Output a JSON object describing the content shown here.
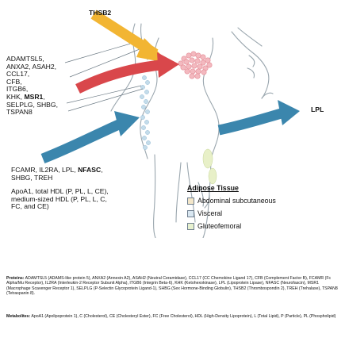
{
  "labels": {
    "thsb2": "THSB2",
    "upper_group": [
      "ADAMTSL5,",
      "ANXA2, ASAH2,",
      "CCL17,",
      "CFB,",
      "ITGB6,"
    ],
    "msr1_line_prefix": "KHK, ",
    "msr1_line_bold": "MSR1",
    "msr1_line_suffix": ",",
    "selplg_line": "SELPLG, SHBG,",
    "tspan8": "TSPAN8",
    "lpl": "LPL",
    "fcamr_prefix": "FCAMR, IL2RA, LPL, ",
    "fcamr_bold": "NFASC",
    "fcamr_suffix": ",",
    "shbg_treh": "SHBG, TREH",
    "metabolites": [
      "ApoA1, total HDL (P, PL, L, CE),",
      "medium-sized HDL (P, PL, L, C,",
      "FC, and CE)"
    ]
  },
  "legend": {
    "title": "Adipose Tissue",
    "items": [
      {
        "label": "Abdominal subcutaneous",
        "color": "#f3e6c9"
      },
      {
        "label": "Visceral",
        "color": "#d9e7f1"
      },
      {
        "label": "Gluteofemoral",
        "color": "#e7f1cf"
      }
    ]
  },
  "footnotes": {
    "proteins_heading": "Proteins:",
    "proteins_text": " ADAMTSL5 (ADAMS-like protein 5), ANXA2 (Annexin A2), ASAH2 (Neutral Ceramidase), CCL17 (CC Chemokine Ligand 17), CFB (Complement Factor B), FCAMR (Fc Alpha/Mu Receptor), IL2RA (Interleukin-2 Receptor Subunit Alpha), ITGB6 (Integrin Beta-6), KHK (Ketohexokinase), LPL (Lipoprotein Lipase), NFASC (Neurofascin), MSR1 (Macrophage Scavenger Receptor 1), SELPLG (P-Selectin Glycoprotein Ligand-1), SHBG (Sex Hormone-Binding Globulin), THSB2 (Thrombospondin 2), TREH (Trehalase), TSPAN8 (Tetraspanin 8).",
    "metabolites_heading": "Metabolites:",
    "metabolites_text": " ApoA1 (Apolipoprotein 1), C (Cholesterol), CE (Cholesteryl Ester), FC (Free Cholesterol), HDL (High-Density Lipoprotein), L (Total Lipid), P (Particle), PL (Phospholipid)"
  },
  "colors": {
    "yellow_arrow": "#f2b533",
    "red_arrow": "#d9474b",
    "blue_arrow": "#3b86ad",
    "body_outline": "#9aa6ae",
    "abdominal": "#f3b9bf",
    "visceral": "#c4dcea",
    "gluteofemoral": "#e8f0c8"
  }
}
